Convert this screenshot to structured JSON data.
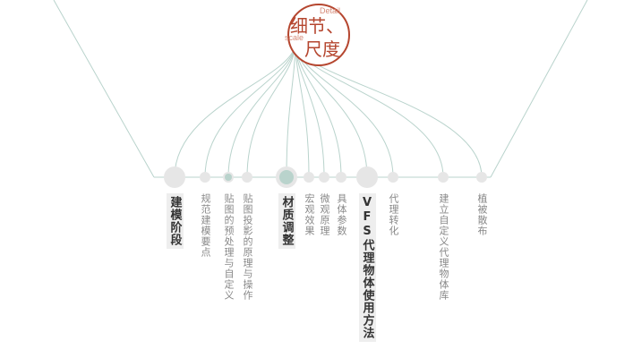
{
  "header": {
    "title_line1": "细节、",
    "title_line2": "尺度",
    "subtitle_en_1": "Detail",
    "subtitle_en_2": "scale"
  },
  "colors": {
    "accent": "#b5462f",
    "line": "#b9d3cc",
    "node": "#e6e6e6",
    "node_highlight": "#b9d3cc",
    "label_major_bg": "#eeeeee"
  },
  "steps": [
    {
      "label": "建模阶段",
      "major": true
    },
    {
      "label": "规范建模要点",
      "major": false
    },
    {
      "label": "贴图的预处理与自定义",
      "major": false
    },
    {
      "label": "贴图投影的原理与操作",
      "major": false
    },
    {
      "label": "材质调整",
      "major": true
    },
    {
      "label": "宏观效果",
      "major": false
    },
    {
      "label": "微观原理",
      "major": false
    },
    {
      "label": "具体参数",
      "major": false
    },
    {
      "label": "VFS代理物体使用方法",
      "major": true
    },
    {
      "label": "代理转化",
      "major": false
    },
    {
      "label": "建立自定义代理物体库",
      "major": false
    },
    {
      "label": "植被散布",
      "major": false
    }
  ]
}
